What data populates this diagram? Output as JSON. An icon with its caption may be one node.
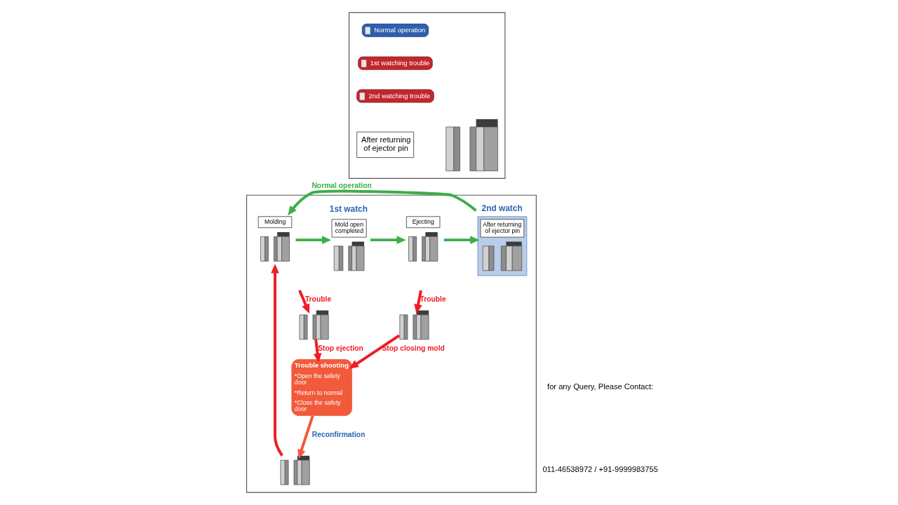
{
  "diagram": {
    "nodes": [
      {
        "text": [],
        "shape": "box"
      },
      {
        "text": [
          "Normal operation"
        ],
        "in": 0
      },
      {
        "text": [
          "1st watching trouble"
        ],
        "in": 0
      },
      {
        "text": [
          "2nd watching trouble"
        ],
        "in": 0
      },
      {
        "text": [
          "After returning of ejector pin"
        ],
        "in": 0
      },
      {
        "text": [],
        "shape": "picture",
        "in": 0
      },
      {
        "text": [],
        "shape": "box"
      },
      {
        "text": [
          "Molding"
        ],
        "in": 6
      },
      {
        "text": [
          "1st watch",
          "Mold open completed"
        ],
        "in": 6
      },
      {
        "text": [
          "Ejecting"
        ],
        "in": 6
      },
      {
        "text": [
          "2nd watch",
          "After returning of ejector pin"
        ],
        "in": 6
      },
      {
        "text": [],
        "shape": "picture",
        "in": 6
      },
      {
        "text": [
          "Trouble shooting",
          "*Open the safety door",
          "*Return to normal",
          "*Close the safety door"
        ],
        "in": 6
      },
      {
        "text": [],
        "shape": "picture",
        "in": 6
      },
      {
        "text": [],
        "shape": "picture",
        "in": 6
      }
    ],
    "edges": [
      {
        "from": 10,
        "to": 7,
        "arrow": "to",
        "label": "Normal operation",
        "color": "#3dae49"
      },
      {
        "from": 7,
        "to": 8,
        "arrow": "to",
        "color": "#3dae49"
      },
      {
        "from": 8,
        "to": 9,
        "arrow": "to",
        "color": "#3dae49"
      },
      {
        "from": 9,
        "to": 10,
        "arrow": "to",
        "color": "#3dae49"
      },
      {
        "from": null,
        "to": 11,
        "arrow": "to",
        "label": "Trouble"
      },
      {
        "from": null,
        "to": 13,
        "arrow": "to",
        "label": "Trouble"
      },
      {
        "from": 11,
        "to": 12,
        "arrow": "to",
        "label": "Stop ejection"
      },
      {
        "from": 13,
        "to": 12,
        "arrow": "to",
        "label": "Stop closing mold"
      },
      {
        "from": 12,
        "to": 14,
        "arrow": "to",
        "label": "Reconfirmation",
        "color": "#f15a3a"
      },
      {
        "from": 14,
        "to": 7,
        "arrow": "to"
      }
    ],
    "labels": [
      "for any Query, Please Contact:",
      "011-46538972 / +91-9999983755"
    ]
  }
}
